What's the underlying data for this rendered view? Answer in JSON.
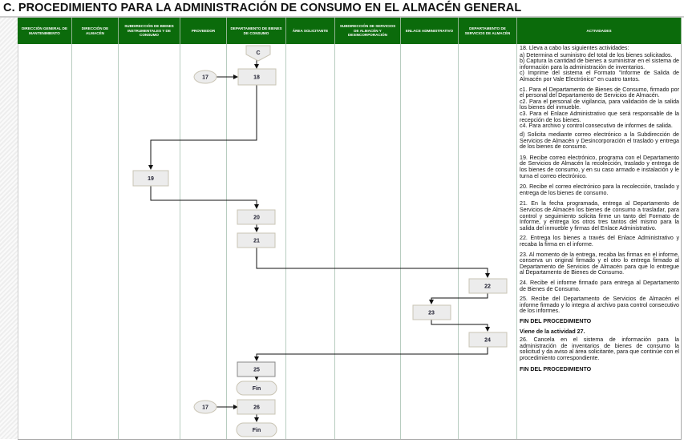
{
  "title": "C. PROCEDIMIENTO PARA LA ADMINISTRACIÓN DE CONSUMO EN EL ALMACÉN GENERAL",
  "columns": [
    "Dirección General de Mantenimiento",
    "Dirección de Almacén",
    "Subdirección de Bienes Instrumentales y de Consumo",
    "Proveedor",
    "Departamento de Bienes de Consumo",
    "Área Solicitante",
    "Subdirección de Servicios de Almacén y Desincorporación",
    "Enlace Administrativo",
    "Departamento de Servicios de Almacén",
    "Actividades"
  ],
  "flow": {
    "connector": "C",
    "ref_17a": "17",
    "s18": "18",
    "s19": "19",
    "s20": "20",
    "s21": "21",
    "s22": "22",
    "s23": "23",
    "s24": "24",
    "s25": "25",
    "fin1": "Fin",
    "ref_17b": "17",
    "s26": "26",
    "fin2": "Fin"
  },
  "activities": [
    "18. Lleva a cabo las siguientes actividades:",
    "a) Determina el suministro del total de los bienes solicitados.",
    "b) Captura la cantidad de bienes a suministrar en el sistema de información para la administración de inventarios.",
    "c) Imprime del sistema el Formato \"Informe de Salida de Almacén por Vale Electrónico\" en cuatro tantos.",
    "c1. Para el Departamento de Bienes de Consumo, firmado por el personal del Departamento de Servicios de Almacén.",
    "c2. Para el personal de vigilancia, para validación de la salida los bienes del inmueble.",
    "c3. Para el Enlace Administrativo que será responsable de la recepción de los bienes.",
    "c4. Para archivo y control consecutivo de informes de salida.",
    "d) Solicita mediante correo electrónico a la Subdirección de Servicios de Almacén y Desincorporación el traslado y entrega de los bienes de consumo.",
    "19. Recibe correo electrónico, programa con el Departamento de Servicios de Almacén la recolección, traslado y entrega de los bienes de consumo, y en su caso armado e instalación y le turna el correo electrónico.",
    "20. Recibe el correo electrónico para la recolección, traslado y entrega de los bienes de consumo.",
    "21. En la fecha programada, entrega al Departamento de Servicios de Almacén los bienes de consumo a trasladar, para control y seguimiento solicita firme un tanto del Formato de Informe, y entrega los otros tres tantos del mismo para la salida del inmueble y firmas del Enlace Administrativo.",
    "22. Entrega los bienes a través del Enlace Administrativo y recaba la firma en el informe.",
    "23. Al momento de la entrega, recaba las firmas en el informe, conserva un original firmado y el otro lo entrega firmado al Departamento de Servicios de Almacén para que lo entregue al Departamento de Bienes de Consumo.",
    "24. Recibe el informe firmado para entrega al Departamento de Bienes de Consumo.",
    "25. Recibe del Departamento de Servicios de Almacén el informe firmado y lo integra al archivo para control consecutivo de los informes.",
    "FIN DEL PROCEDIMIENTO",
    "Viene de la actividad 27.",
    "26. Cancela en el sistema de información para la administración de inventarios de bienes de consumo la solicitud y da aviso al área solicitante, para que continúe con el procedimiento correspondiente.",
    "FIN DEL PROCEDIMIENTO"
  ],
  "colors": {
    "header": "#0b6b0b",
    "box": "#ececec"
  }
}
